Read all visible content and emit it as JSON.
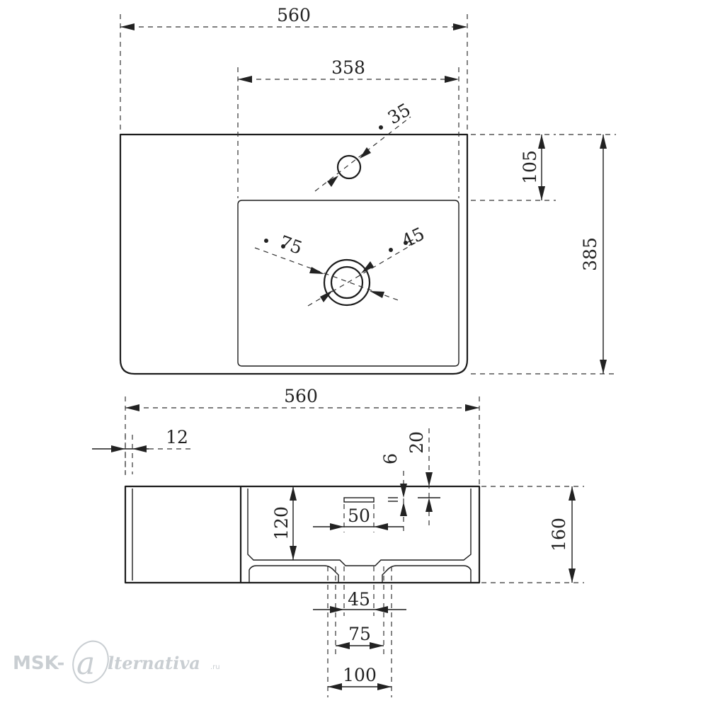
{
  "top_view": {
    "overall_width": "560",
    "basin_width": "358",
    "tap_hole_diameter": "35",
    "tap_hole_offset": "105",
    "overall_depth": "385",
    "drain_outer_diameter": "75",
    "drain_inner_diameter": "45"
  },
  "front_view": {
    "overall_width": "560",
    "wall_thickness": "12",
    "overflow_offset": "20",
    "overflow_height": "6",
    "basin_depth": "120",
    "overall_height": "160",
    "overflow_width": "50",
    "drain_bottom_45": "45",
    "drain_bottom_75": "75",
    "drain_bottom_100": "100"
  },
  "watermark": {
    "brand_prefix": "MSK-",
    "brand_a": "a",
    "brand_rest": "lternativa",
    "brand_tld": ".ru"
  }
}
